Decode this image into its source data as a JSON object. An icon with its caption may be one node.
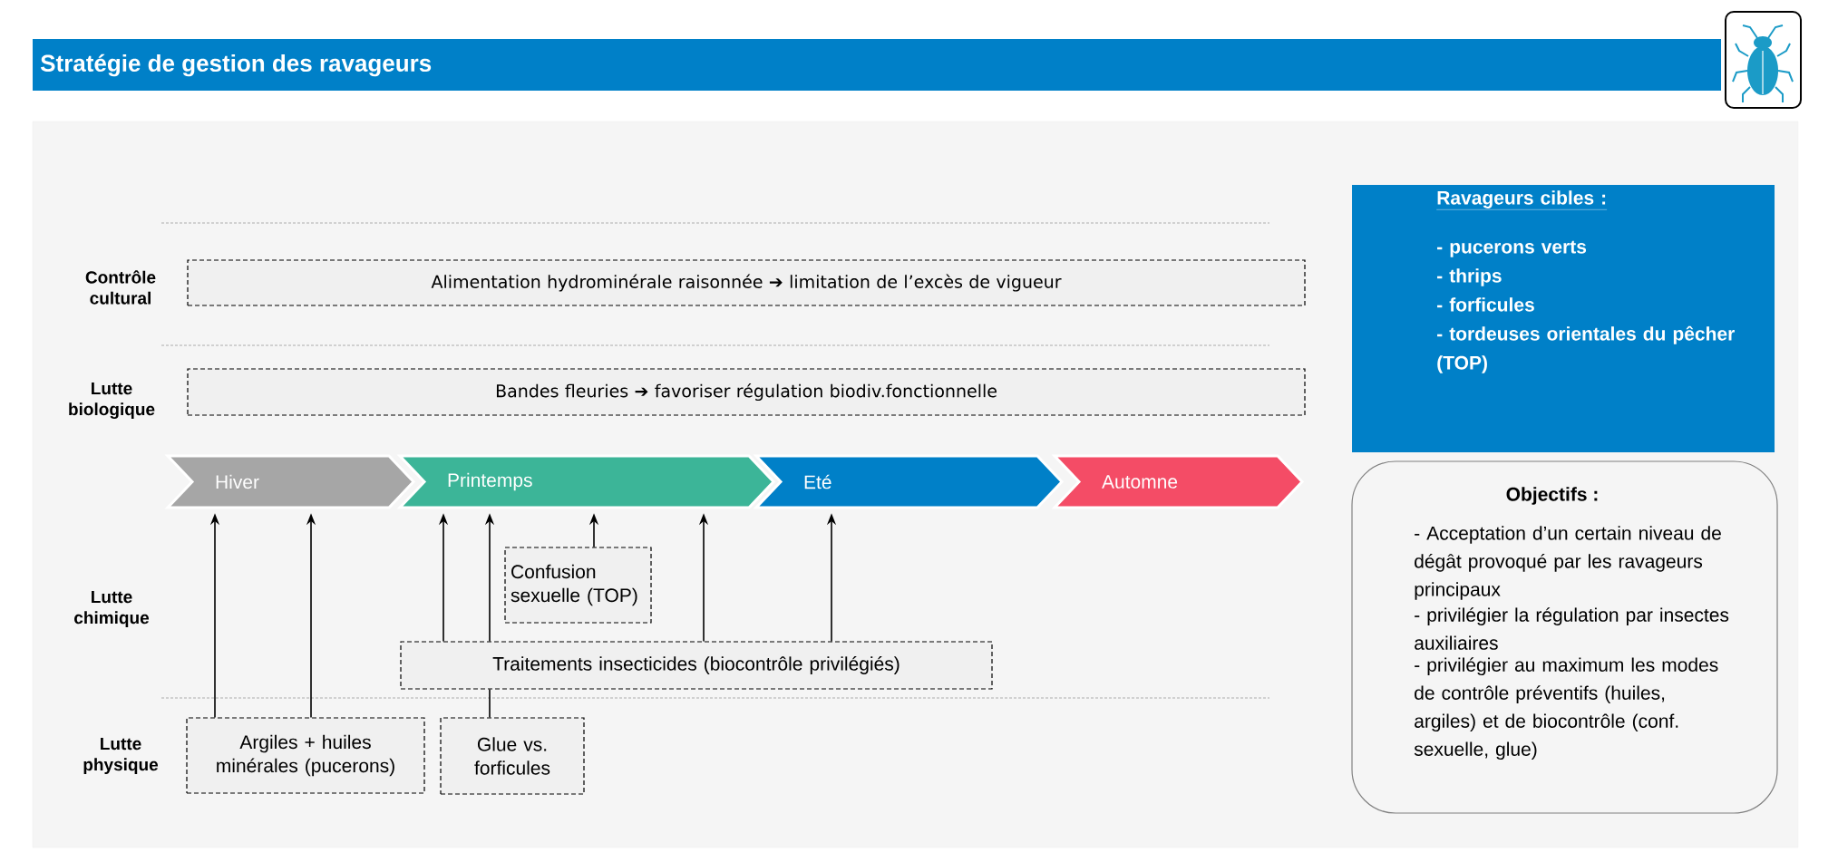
{
  "diagram": {
    "title": "Stratégie de gestion des ravageurs",
    "nodes": [
      {
        "text": [
          "Alimentation hydrominérale raisonnée ➔ limitation de l’excès de vigueur"
        ]
      },
      {
        "text": [
          "Bandes fleuries ➔ favoriser régulation biodiv.fonctionnelle"
        ]
      },
      {
        "text": [
          "Hiver"
        ]
      },
      {
        "text": [
          "Printemps"
        ]
      },
      {
        "text": [
          "Eté"
        ]
      },
      {
        "text": [
          "Automne"
        ]
      },
      {
        "text": [
          "Confusion sexuelle (TOP)"
        ]
      },
      {
        "text": [
          "Traitements insecticides (biocontrôle privilégiés)"
        ]
      },
      {
        "text": [
          "Argiles + huiles minérales (pucerons)"
        ]
      },
      {
        "text": [
          "Glue vs. forficules"
        ]
      },
      {
        "text": [
          "Ravageurs cibles :",
          "- pucerons verts",
          "- thrips",
          "- forficules",
          "- tordeuses orientales du pêcher (TOP)"
        ]
      },
      {
        "text": [
          "Objectifs :",
          "- Acceptation d’un certain niveau de dégât provoqué par les ravageurs principaux",
          "- privilégier la régulation par insectes auxiliaires",
          "- privilégier au maximum les modes de contrôle préventifs (huiles, argiles) et de biocontrôle (conf. sexuelle, glue)"
        ]
      }
    ],
    "edges": [
      {
        "from": 8,
        "to": 2,
        "arrow": "to"
      },
      {
        "from": 8,
        "to": 2,
        "arrow": "to"
      },
      {
        "from": 7,
        "to": 3,
        "arrow": "to"
      },
      {
        "from": 7,
        "to": 3,
        "arrow": "to"
      },
      {
        "from": 6,
        "to": 3,
        "arrow": "to"
      },
      {
        "from": 7,
        "to": 3,
        "arrow": "to"
      },
      {
        "from": 7,
        "to": 4,
        "arrow": "to"
      },
      {
        "from": 9,
        "to": 7,
        "arrow": "none"
      }
    ],
    "labels": [
      "Contrôle cultural",
      "Lutte biologique",
      "Lutte chimique",
      "Lutte physique"
    ]
  }
}
